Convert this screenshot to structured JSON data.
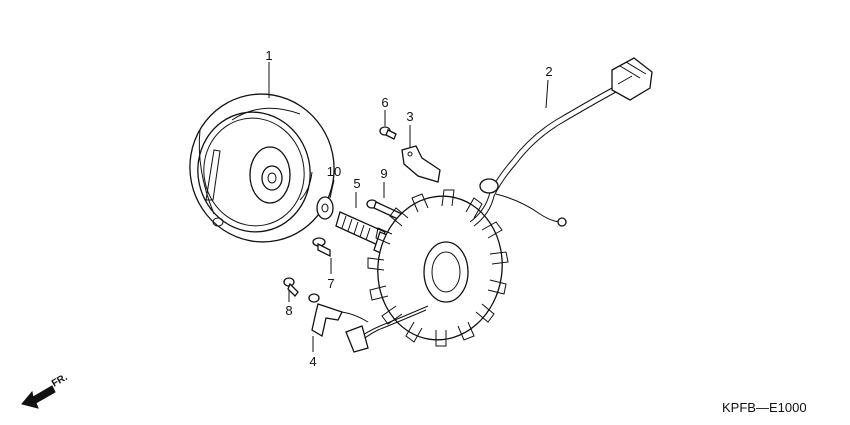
{
  "callouts": [
    {
      "id": "1",
      "label": "1"
    },
    {
      "id": "2",
      "label": "2"
    },
    {
      "id": "3",
      "label": "3"
    },
    {
      "id": "4",
      "label": "4"
    },
    {
      "id": "5",
      "label": "5"
    },
    {
      "id": "6",
      "label": "6"
    },
    {
      "id": "7",
      "label": "7"
    },
    {
      "id": "8",
      "label": "8"
    },
    {
      "id": "9",
      "label": "9"
    },
    {
      "id": "10",
      "label": "10"
    }
  ],
  "direction_indicator": {
    "label": "FR."
  },
  "diagram_code": "KPFB—E1000"
}
